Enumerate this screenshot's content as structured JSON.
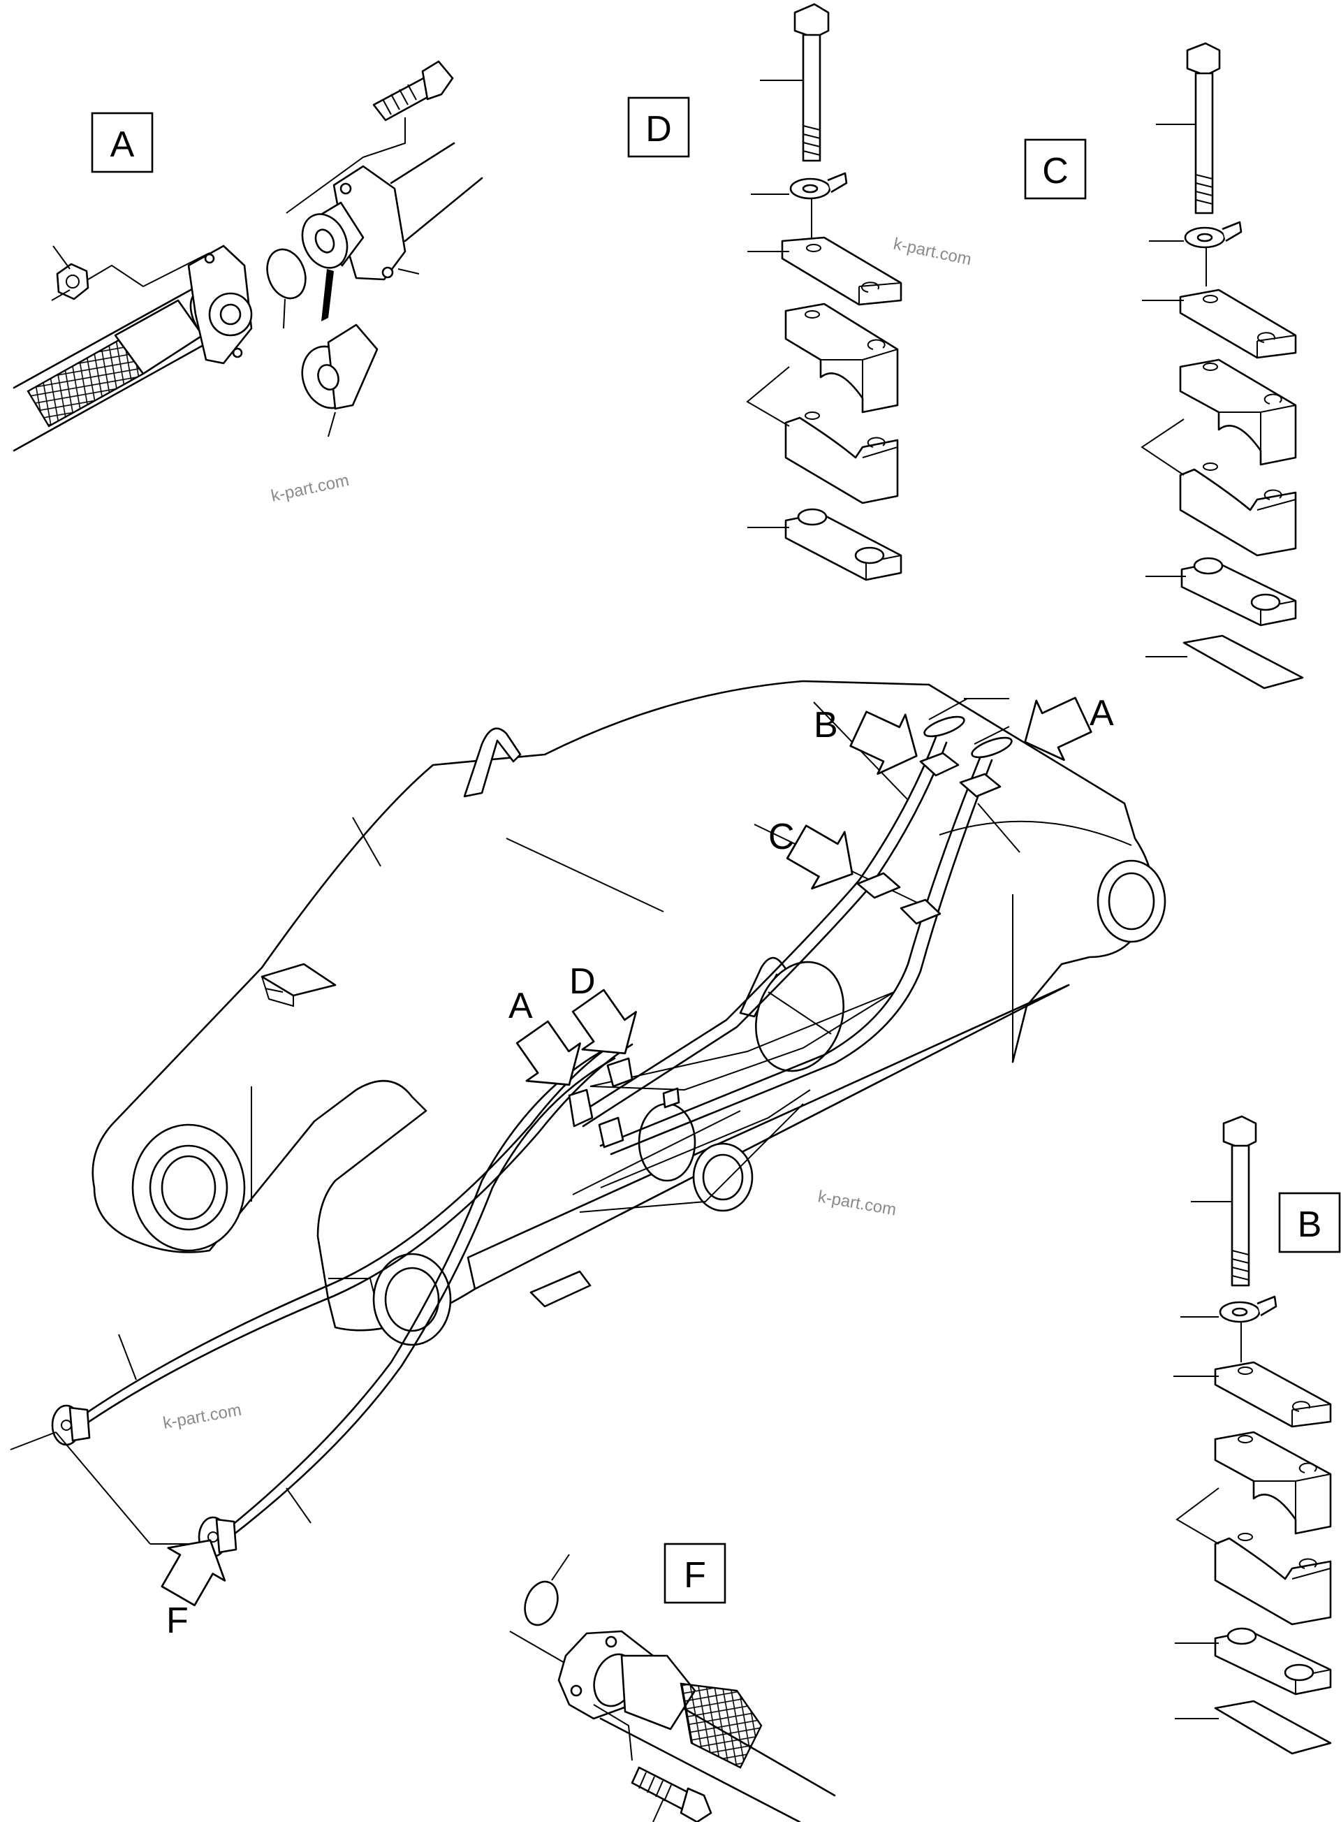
{
  "detail_labels": {
    "a": "A",
    "b": "B",
    "c": "C",
    "d": "D",
    "f": "F"
  },
  "callouts": {
    "a_top": "A",
    "a_mid": "A",
    "b_top": "B",
    "c_mid": "C",
    "d_mid": "D",
    "f_bottom": "F"
  },
  "watermarks": {
    "w1": "k-part.com",
    "w2": "k-part.com",
    "w3": "k-part.com",
    "w4": "k-part.com"
  },
  "icons": {
    "arrow": "callout-arrow-icon",
    "bolt": "bolt-icon",
    "nut": "nut-icon",
    "clamp": "pipe-clamp-icon",
    "flange": "split-flange-icon",
    "o_ring": "o-ring-icon"
  },
  "colors": {
    "line": "#000000",
    "background": "#ffffff",
    "watermark": "#8a8a8a"
  }
}
